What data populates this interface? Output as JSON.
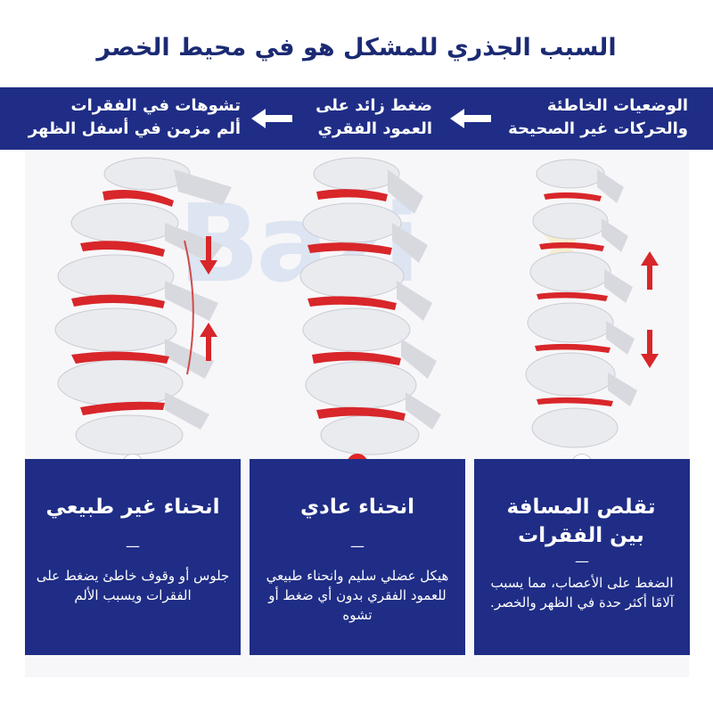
{
  "title": "السبب الجذري للمشكل هو في محيط الخصر",
  "band": {
    "step1": "الوضعيات الخاطئة\nوالحركات غير الصحيحة",
    "step2": "ضغط زائد على\nالعمود الفقري",
    "step3": "تشوهات في الفقرات\nألم مزمن في أسفل الظهر"
  },
  "watermark": "Bazi",
  "cards": [
    {
      "badge": "✕",
      "title": "انحناء غير طبيعي",
      "dash": "—",
      "body": "جلوس أو وقوف خاطئ يضغط على الفقرات ويسبب الألم"
    },
    {
      "badge": "✓",
      "title": "انحناء عادي",
      "dash": "—",
      "body": "هيكل عضلي سليم وانحناء طبيعي للعمود الفقري بدون أي ضغط أو تشوه"
    },
    {
      "badge": "✕",
      "title": "تقلص المسافة بين الفقرات",
      "dash": "—",
      "body": "الضغط على الأعصاب، مما يسبب آلامًا أكثر حدة في الظهر والخصر."
    }
  ],
  "colors": {
    "navy": "#1f2d86",
    "disc_red": "#d8262a",
    "check_red": "#e02525"
  }
}
